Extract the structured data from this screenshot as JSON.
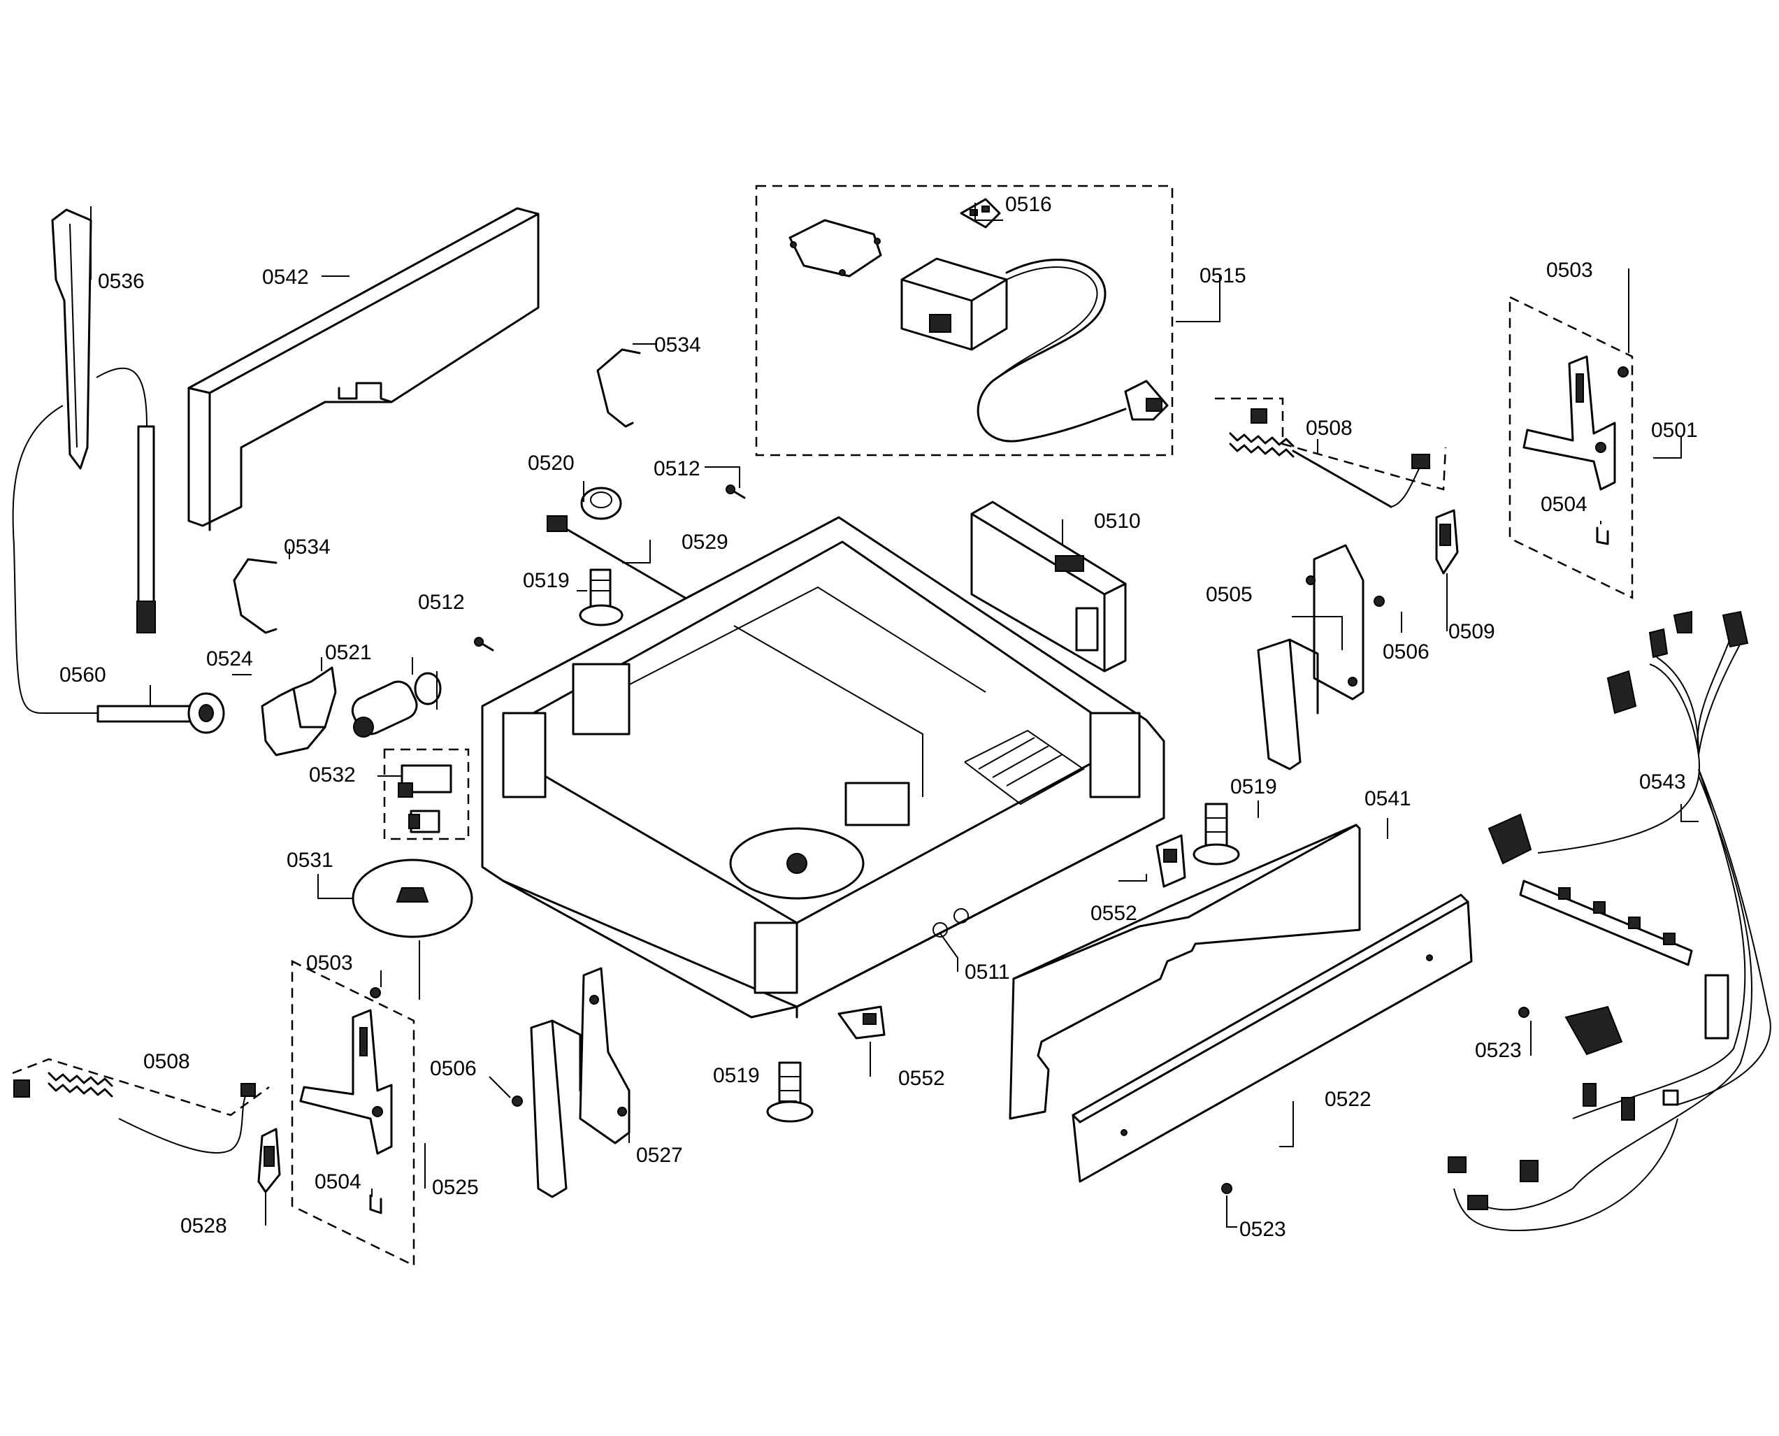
{
  "callouts": {
    "c0516": "0516",
    "c0515": "0515",
    "c0536": "0536",
    "c0542": "0542",
    "c0534a": "0534",
    "c0534b": "0534",
    "c0520": "0520",
    "c0512a": "0512",
    "c0512b": "0512",
    "c0529": "0529",
    "c0519a": "0519",
    "c0519b": "0519",
    "c0519c": "0519",
    "c0510": "0510",
    "c0508a": "0508",
    "c0508b": "0508",
    "c0503a": "0503",
    "c0503b": "0503",
    "c0501": "0501",
    "c0504a": "0504",
    "c0504b": "0504",
    "c0505": "0505",
    "c0506a": "0506",
    "c0506b": "0506",
    "c0509": "0509",
    "c0524": "0524",
    "c0521": "0521",
    "c0560": "0560",
    "c0532": "0532",
    "c0531": "0531",
    "c0541": "0541",
    "c0543": "0543",
    "c0552a": "0552",
    "c0552b": "0552",
    "c0511": "0511",
    "c0523a": "0523",
    "c0523b": "0523",
    "c0522": "0522",
    "c0525": "0525",
    "c0527": "0527",
    "c0528": "0528"
  }
}
